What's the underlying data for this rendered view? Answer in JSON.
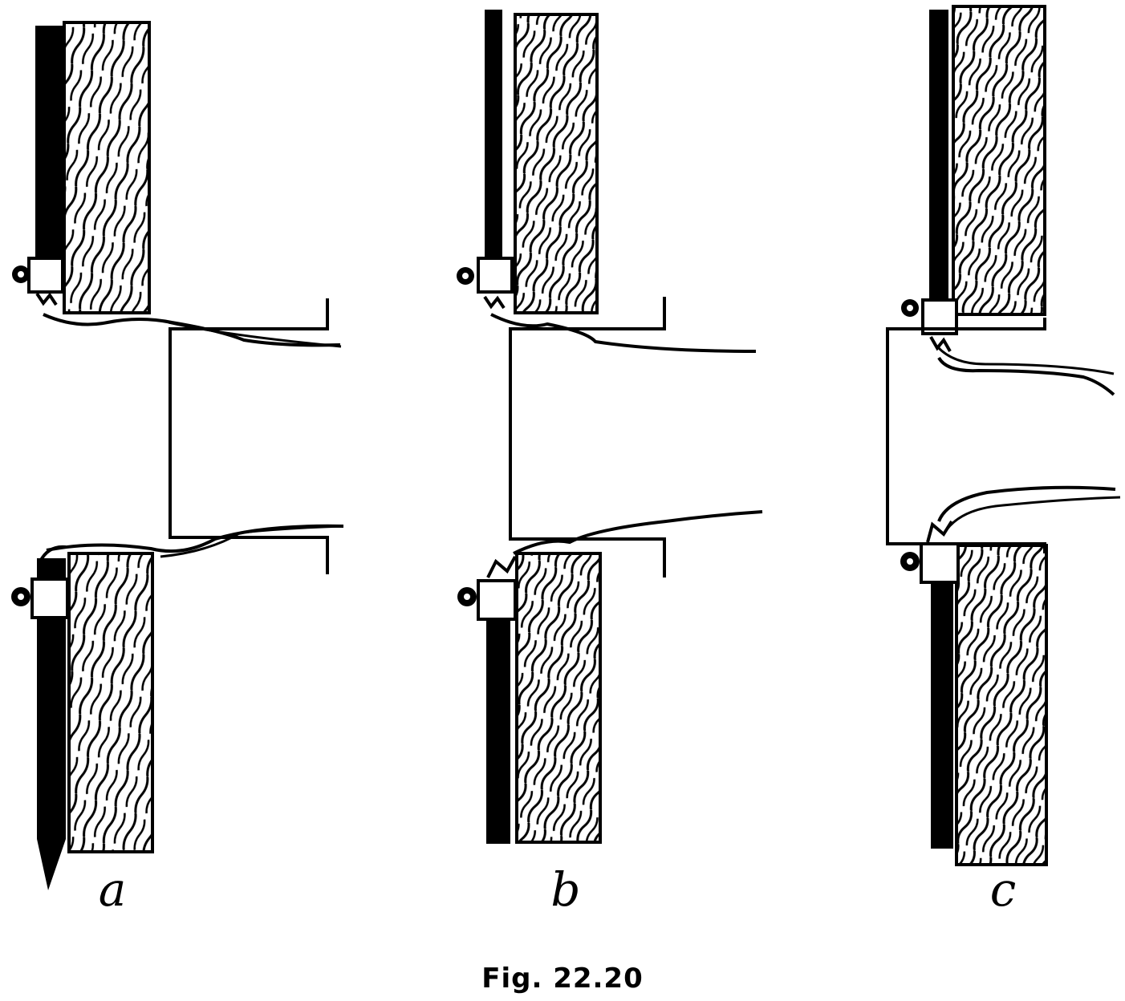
{
  "figure": {
    "caption": "Fig. 22.20",
    "panels": [
      {
        "id": "a",
        "label": "a"
      },
      {
        "id": "b",
        "label": "b"
      },
      {
        "id": "c",
        "label": "c"
      }
    ]
  }
}
